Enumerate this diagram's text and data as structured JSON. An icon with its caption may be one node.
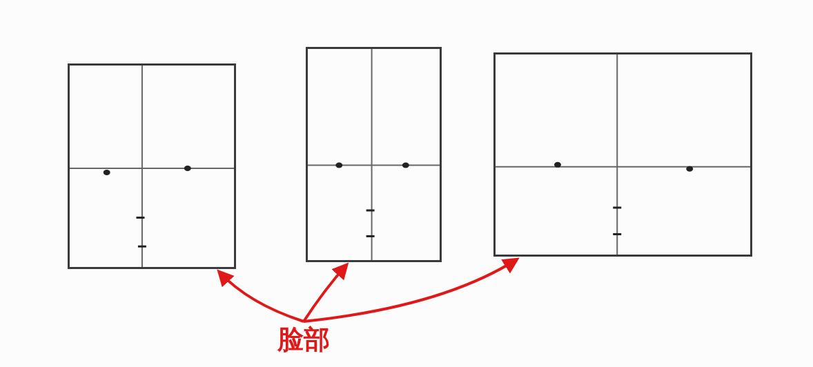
{
  "diagram": {
    "nodes": [
      {
        "text": [],
        "shape": "box"
      },
      {
        "text": [],
        "shape": "box"
      },
      {
        "text": [],
        "shape": "box"
      },
      {
        "text": [
          "脸部"
        ]
      }
    ],
    "edges": [
      {
        "from": 3,
        "to": 0,
        "arrow": "to"
      },
      {
        "from": 3,
        "to": 1,
        "arrow": "to"
      },
      {
        "from": 3,
        "to": 2,
        "arrow": "to"
      }
    ]
  }
}
